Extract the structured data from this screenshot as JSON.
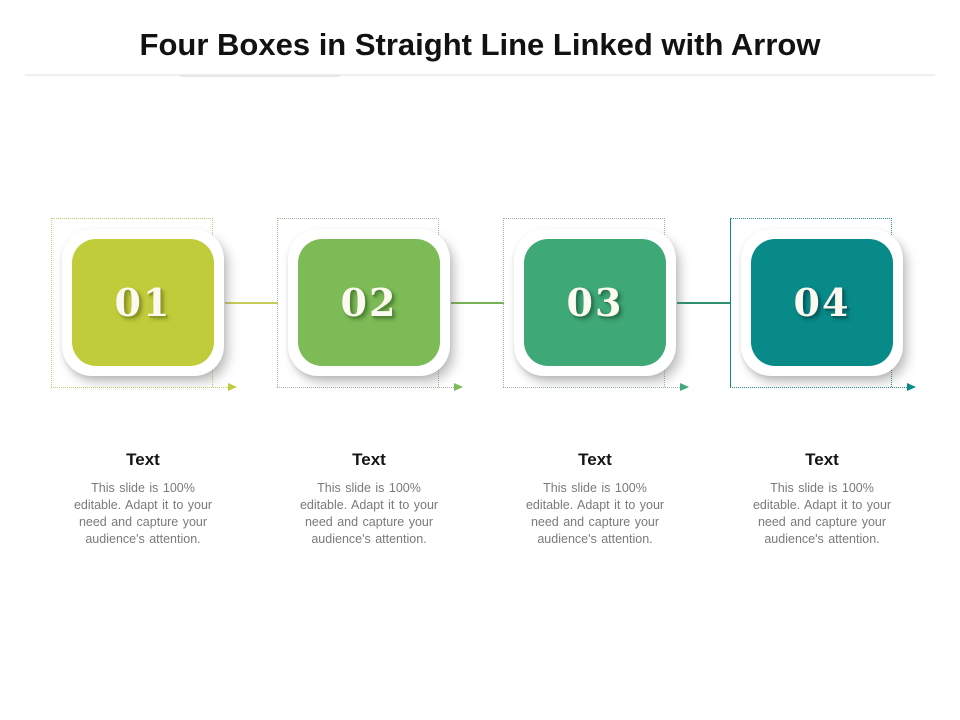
{
  "slide": {
    "title": "Four Boxes in Straight Line Linked with Arrow"
  },
  "steps": [
    {
      "number": "01",
      "heading": "Text",
      "description_lines": [
        "This slide is 100%",
        "editable. Adapt it to your",
        "need and capture your",
        "audience's attention."
      ],
      "colors": {
        "box": "#c1cc3a",
        "number_shadow": "#8e9a23",
        "dotted_border": "#c7cc70",
        "connector": "#c6cd58"
      }
    },
    {
      "number": "02",
      "heading": "Text",
      "description_lines": [
        "This slide is 100%",
        "editable. Adapt it to your",
        "need and capture your",
        "audience's attention."
      ],
      "colors": {
        "box": "#7cbb55",
        "number_shadow": "#4f8c33",
        "dotted_border": "#a8b89d",
        "connector": "#79b158"
      }
    },
    {
      "number": "03",
      "heading": "Text",
      "description_lines": [
        "This slide is 100%",
        "editable. Adapt it to your",
        "need and capture your",
        "audience's attention."
      ],
      "colors": {
        "box": "#3ea877",
        "number_shadow": "#287a55",
        "dotted_border": "#9eb6ae",
        "connector": "#2f9070"
      }
    },
    {
      "number": "04",
      "heading": "Text",
      "description_lines": [
        "This slide is 100%",
        "editable. Adapt it to your",
        "need and capture your",
        "audience's attention."
      ],
      "colors": {
        "box": "#078a88",
        "number_shadow": "#055e63",
        "dotted_border": "#2f8f94",
        "connector": null
      }
    }
  ]
}
